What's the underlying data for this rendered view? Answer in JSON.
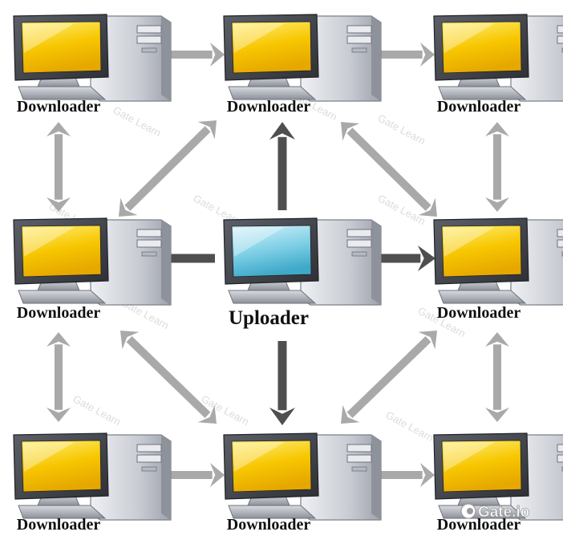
{
  "diagram": {
    "uploader": {
      "label": "Uploader"
    },
    "downloaders": [
      {
        "id": "tl",
        "label": "Downloader"
      },
      {
        "id": "tc",
        "label": "Downloader"
      },
      {
        "id": "tr",
        "label": "Downloader"
      },
      {
        "id": "ml",
        "label": "Downloader"
      },
      {
        "id": "mr",
        "label": "Downloader"
      },
      {
        "id": "bl",
        "label": "Downloader"
      },
      {
        "id": "bc",
        "label": "Downloader"
      },
      {
        "id": "br",
        "label": "Downloader"
      }
    ],
    "colors": {
      "peer_arrow": "#a9a9a9",
      "upload_arrow": "#4f4f4f",
      "screen_downloader": "#f7c600",
      "screen_uploader": "#6fc8e0",
      "case": "#c9ccd3"
    }
  },
  "watermark": {
    "text": "Gate Learn",
    "logo": "Gate.io"
  }
}
